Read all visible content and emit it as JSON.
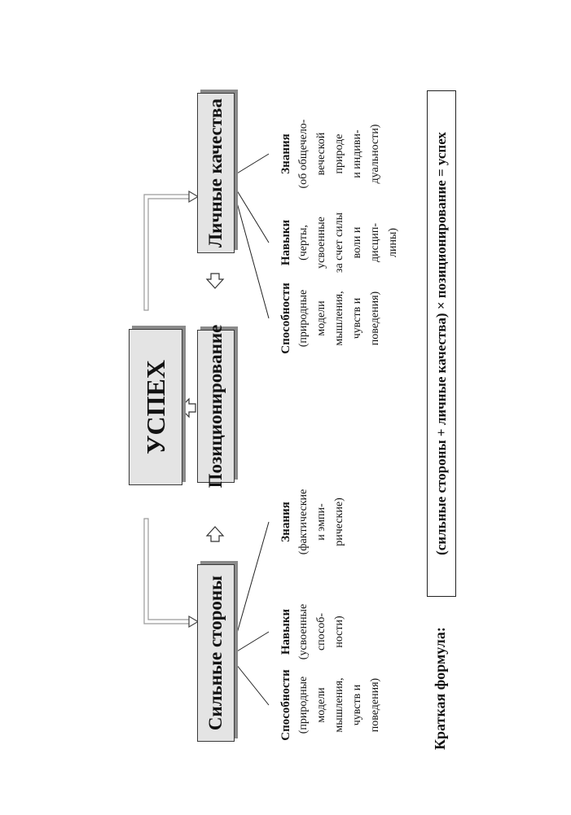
{
  "diagram": {
    "success_label": "УСПЕХ",
    "strengths_label": "Сильные стороны",
    "positioning_label": "Позиционирование",
    "qualities_label": "Личные качества",
    "strengths_children": [
      {
        "title": "Способности",
        "lines": [
          "(природные",
          "модели",
          "мышления,",
          "чувств и",
          "поведения)"
        ]
      },
      {
        "title": "Навыки",
        "lines": [
          "(усвоенные",
          "способ-",
          "ности)"
        ]
      },
      {
        "title": "Знания",
        "lines": [
          "(фактические",
          "и эмпи-",
          "рические)"
        ]
      }
    ],
    "qualities_children": [
      {
        "title": "Способности",
        "lines": [
          "(природные",
          "модели",
          "мышления,",
          "чувств и",
          "поведения)"
        ]
      },
      {
        "title": "Навыки",
        "lines": [
          "(черты,",
          "усвоенные",
          "за счет силы",
          "воли и",
          "дисцип-",
          "лины)"
        ]
      },
      {
        "title": "Знания",
        "lines": [
          "(об общечело-",
          "веческой",
          "природе",
          "и индиви-",
          "дуальности)"
        ]
      }
    ]
  },
  "formula": {
    "label": "Краткая формула:",
    "text": "(сильные стороны + личные качества) × позиционирование = успех"
  },
  "colors": {
    "box_fill": "#e4e4e4",
    "box_border": "#3a3a3a",
    "arrow_outline": "#9a9a9a"
  }
}
